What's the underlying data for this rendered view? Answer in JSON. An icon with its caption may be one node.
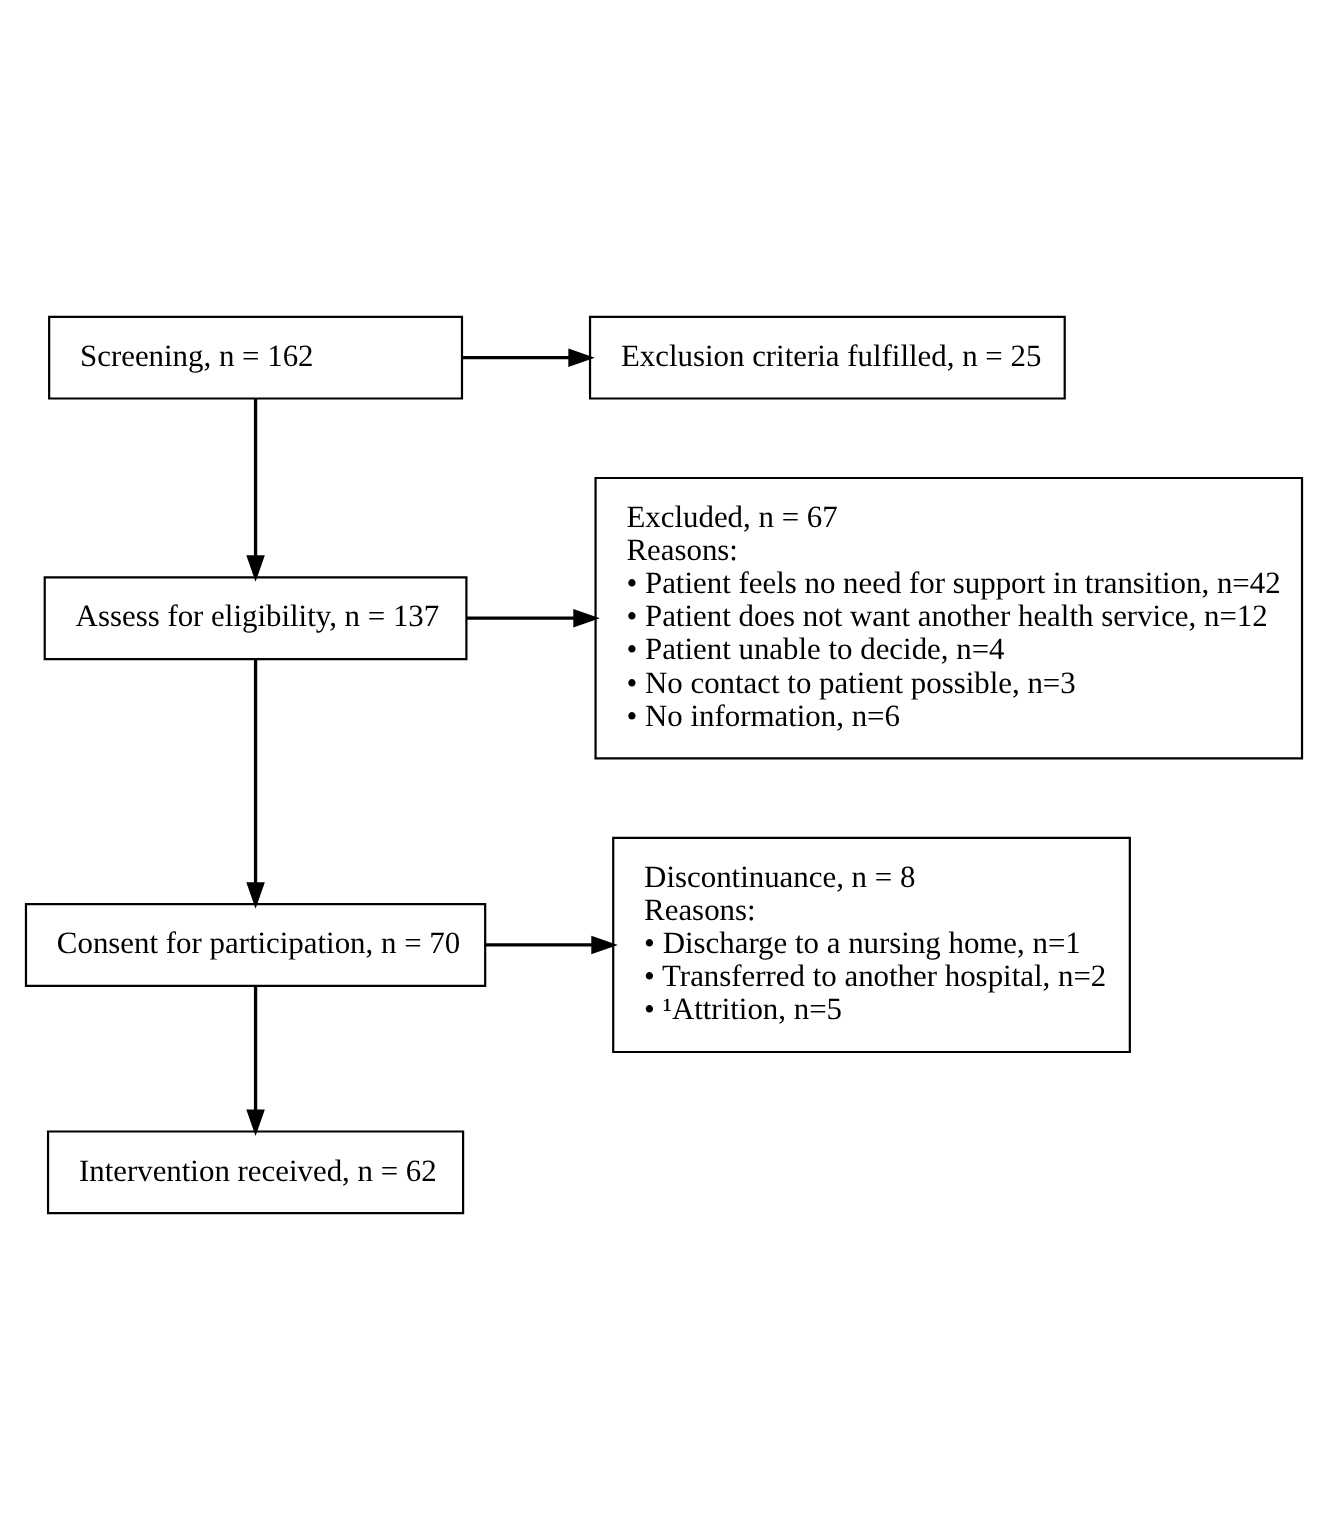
{
  "diagram": {
    "nodes": [
      {
        "text": [
          "Screening, n = 162"
        ]
      },
      {
        "text": [
          "Exclusion criteria fulfilled, n = 25"
        ]
      },
      {
        "text": [
          "Assess for eligibility, n = 137"
        ]
      },
      {
        "text": [
          "Excluded, n = 67",
          "Reasons:",
          "• Patient feels no need for support in transition, n=42",
          "• Patient does not want another health service, n=12",
          "• Patient unable to decide, n=4",
          "• No contact to patient possible, n=3",
          "• No information, n=6"
        ]
      },
      {
        "text": [
          "Consent for participation, n = 70"
        ]
      },
      {
        "text": [
          "Discontinuance, n = 8",
          "Reasons:",
          "• Discharge to a nursing home, n=1",
          "• Transferred to another hospital, n=2",
          "• ¹Attrition, n=5"
        ]
      },
      {
        "text": [
          "Intervention received, n = 62"
        ]
      }
    ],
    "edges": [
      {
        "from": 0,
        "to": 2,
        "arrow": "to"
      },
      {
        "from": 0,
        "to": 1,
        "arrow": "to"
      },
      {
        "from": 2,
        "to": 4,
        "arrow": "to"
      },
      {
        "from": 2,
        "to": 3,
        "arrow": "to"
      },
      {
        "from": 4,
        "to": 6,
        "arrow": "to"
      },
      {
        "from": 4,
        "to": 5,
        "arrow": "to"
      }
    ]
  }
}
